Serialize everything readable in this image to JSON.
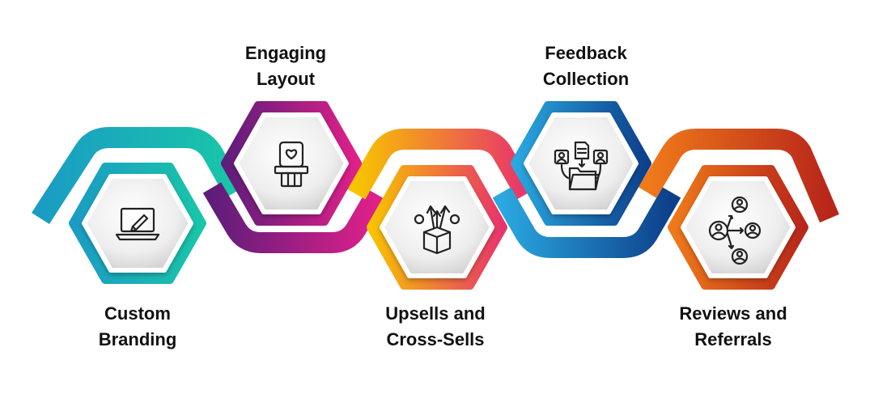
{
  "diagram": {
    "steps": [
      {
        "line1": "Custom",
        "line2": "Branding",
        "icon": "laptop-edit-icon",
        "colors": [
          "#1a9cc4",
          "#19c6a8"
        ]
      },
      {
        "line1": "Engaging",
        "line2": "Layout",
        "icon": "phone-heart-icon",
        "colors": [
          "#5e1d7a",
          "#b0209a"
        ]
      },
      {
        "line1": "Upsells and",
        "line2": "Cross-Sells",
        "icon": "box-upsell-icon",
        "colors": [
          "#f7b500",
          "#e8336d"
        ]
      },
      {
        "line1": "Feedback",
        "line2": "Collection",
        "icon": "folder-feedback-icon",
        "colors": [
          "#2a9bd8",
          "#0d3f8a"
        ]
      },
      {
        "line1": "Reviews and",
        "line2": "Referrals",
        "icon": "referral-network-icon",
        "colors": [
          "#f07a1a",
          "#b8261a"
        ]
      }
    ]
  }
}
